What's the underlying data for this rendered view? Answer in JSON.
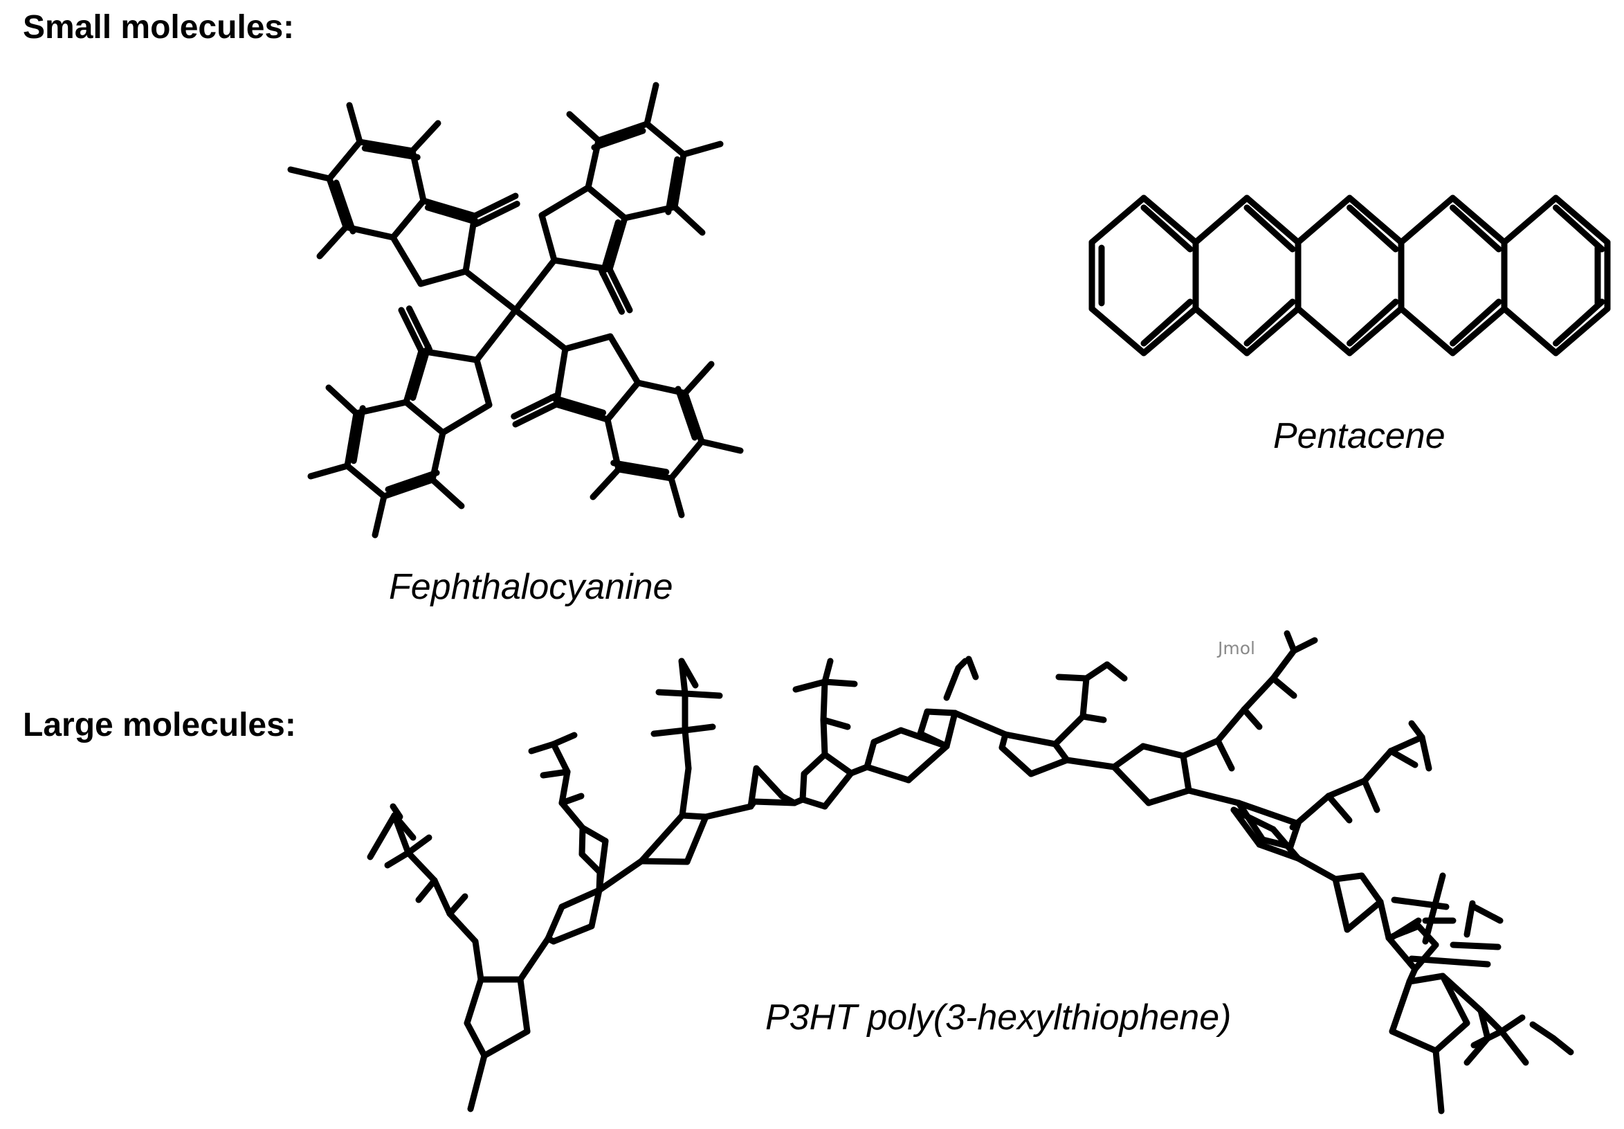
{
  "sections": {
    "small_heading": "Small molecules:",
    "large_heading": "Large molecules:"
  },
  "molecules": {
    "phthalocyanine_label": "Fephthalocyanine",
    "pentacene_label": "Pentacene",
    "p3ht_label": "P3HT poly(3-hexylthiophene)"
  },
  "watermark": "Jmol",
  "colors": {
    "bond": "#000000",
    "watermark": "#8a8a8a"
  }
}
